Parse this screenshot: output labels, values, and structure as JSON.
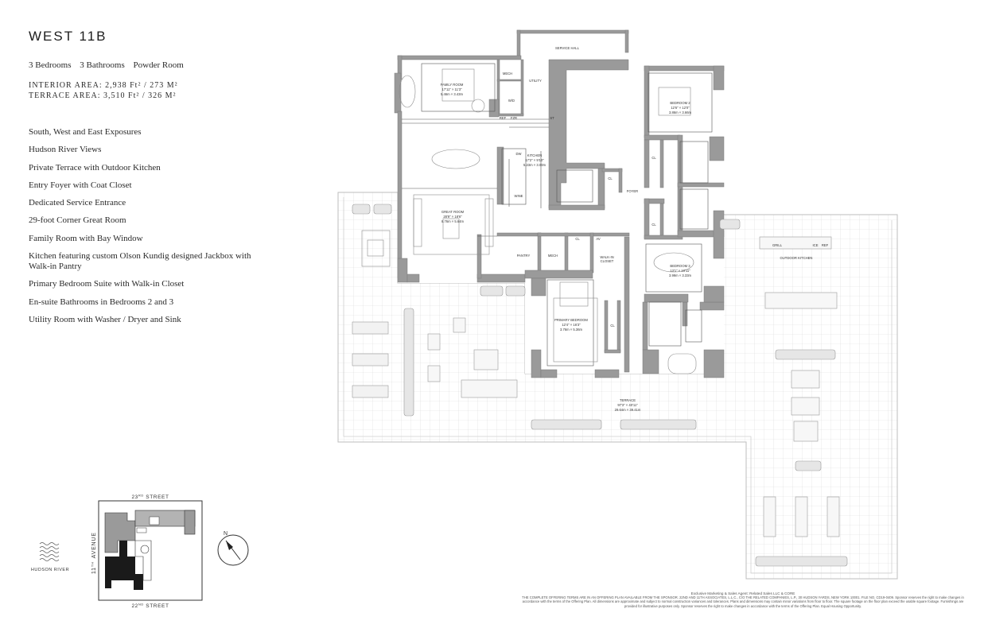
{
  "unit": {
    "title": "WEST 11B",
    "rooms": [
      "3 Bedrooms",
      "3 Bathrooms",
      "Powder Room"
    ],
    "interior_area": "INTERIOR AREA: 2,938 Ft² / 273 M²",
    "terrace_area": "TERRACE AREA: 3,510 Ft² / 326 M²"
  },
  "features": [
    "South, West and East Exposures",
    "Hudson River Views",
    "Private Terrace with Outdoor Kitchen",
    "Entry Foyer with Coat Closet",
    "Dedicated Service Entrance",
    "29-foot Corner Great Room",
    "Family Room with Bay Window",
    "Kitchen featuring custom Olson Kundig designed Jackbox with Walk-in Pantry",
    "Primary Bedroom Suite with Walk-in Closet",
    "En-suite Bathrooms in Bedrooms 2 and 3",
    "Utility Room with Washer / Dryer and Sink"
  ],
  "plan_labels": {
    "service_hall": "SERVICE HALL",
    "mech_top": "MECH",
    "utility": "UTILITY",
    "wd": "W/D",
    "ref": "REF",
    "fzr": "FZR",
    "st": "ST",
    "family_room": "FAMILY ROOM",
    "family_room_dim1": "17'11\" × 11'3\"",
    "family_room_dim2": "5.46m × 3.43m",
    "dw": "DW",
    "kitchen": "KITCHEN",
    "kitchen_dim1": "17'2\" × 9'10\"",
    "kitchen_dim2": "5.23m × 3.00m",
    "wine": "WINE",
    "great_room": "GREAT ROOM",
    "great_room_dim1": "28'9\" × 18'6\"",
    "great_room_dim2": "8.76m × 5.64m",
    "pantry": "PANTRY",
    "mech_mid": "MECH",
    "cl_mid": "CL",
    "av": "AV",
    "walk_in_closet": "WALK-IN",
    "walk_in_closet2": "CLOSET",
    "primary_bedroom": "PRIMARY BEDROOM",
    "primary_bedroom_dim1": "12'4\" × 16'3\"",
    "primary_bedroom_dim2": "3.76m × 5.36m",
    "cl_primary": "CL",
    "bedroom2": "BEDROOM 2",
    "bedroom2_dim1": "12'6\" × 12'0\"",
    "bedroom2_dim2": "3.86m × 3.66m",
    "cl_bed2": "CL",
    "cl_foyer": "CL",
    "foyer": "FOYER",
    "cl_bed3": "CL",
    "bedroom3": "BEDROOM 3",
    "bedroom3_dim1": "13'1\" × 10'11\"",
    "bedroom3_dim2": "3.99m × 3.33m",
    "grill": "GRILL",
    "ice": "ICE",
    "ref_outdoor": "REF",
    "outdoor_kitchen": "OUTDOOR KITCHEN",
    "terrace": "TERRACE",
    "terrace_dim1": "97'3\" × 40'11\"",
    "terrace_dim2": "29.64m × 39.41m"
  },
  "keyplan": {
    "street_top": "23RD STREET",
    "street_top_num": "23",
    "street_top_sup": "RD",
    "street_top_word": "STREET",
    "street_bottom_num": "22",
    "street_bottom_sup": "ND",
    "street_bottom_word": "STREET",
    "avenue_num": "11",
    "avenue_sup": "TH",
    "avenue_word": "AVENUE",
    "river": "HUDSON RIVER",
    "compass": "N"
  },
  "disclaimer": {
    "line1": "Exclusive Marketing & Sales Agent: Related Sales LLC & CORE",
    "line2": "THE COMPLETE OFFERING TERMS ARE IN AN OFFERING PLAN AVAILABLE FROM THE SPONSOR. 22ND AND 11TH ASSOCIATES, L.L.C., C/O THE RELATED COMPANIES, L.P., 30 HUDSON YARDS, NEW YORK 10001. FILE NO. CD19-0409. Sponsor reserves the right to make changes in accordance with the terms of the Offering Plan. All dimensions are approximate and subject to normal construction variances and tolerances. Plans and dimensions may contain minor variations from floor to floor. The square footage on the floor plan exceed the usable square footage. Furnishings are provided for illustrative purposes only. Sponsor reserves the right to make changes in accordance with the terms of the Offering Plan. Equal Housing Opportunity."
  }
}
